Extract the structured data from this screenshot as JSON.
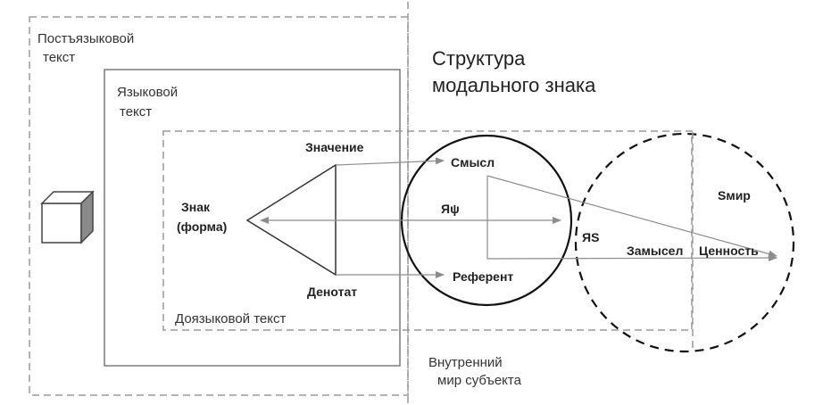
{
  "title": {
    "line1": "Структура",
    "line2": "модального знака"
  },
  "frames": {
    "post_linguistic": {
      "line1": "Постъязыковой",
      "line2": "текст"
    },
    "linguistic": {
      "line1": "Языковой",
      "line2": "текст"
    },
    "pre_linguistic": "Доязыковой текст",
    "inner_world": {
      "line1": "Внутренний",
      "line2": "мир субъекта"
    }
  },
  "nodes": {
    "sign": {
      "line1": "Знак",
      "line2": "(форма)"
    },
    "meaning": "Значение",
    "denotation": "Денотат",
    "sense": "Смысл",
    "referent": "Референт",
    "ya_psi": "Яψ",
    "ya_s": "ЯS",
    "intent": "Замысел",
    "value": "Ценность",
    "s_world": "Sмир"
  },
  "colors": {
    "dashed_frame": "#9a9a9a",
    "solid_frame": "#7a7a7a",
    "arrow": "#8c8c8c",
    "circle": "#111111",
    "cube_side": "#8a8a8a"
  }
}
